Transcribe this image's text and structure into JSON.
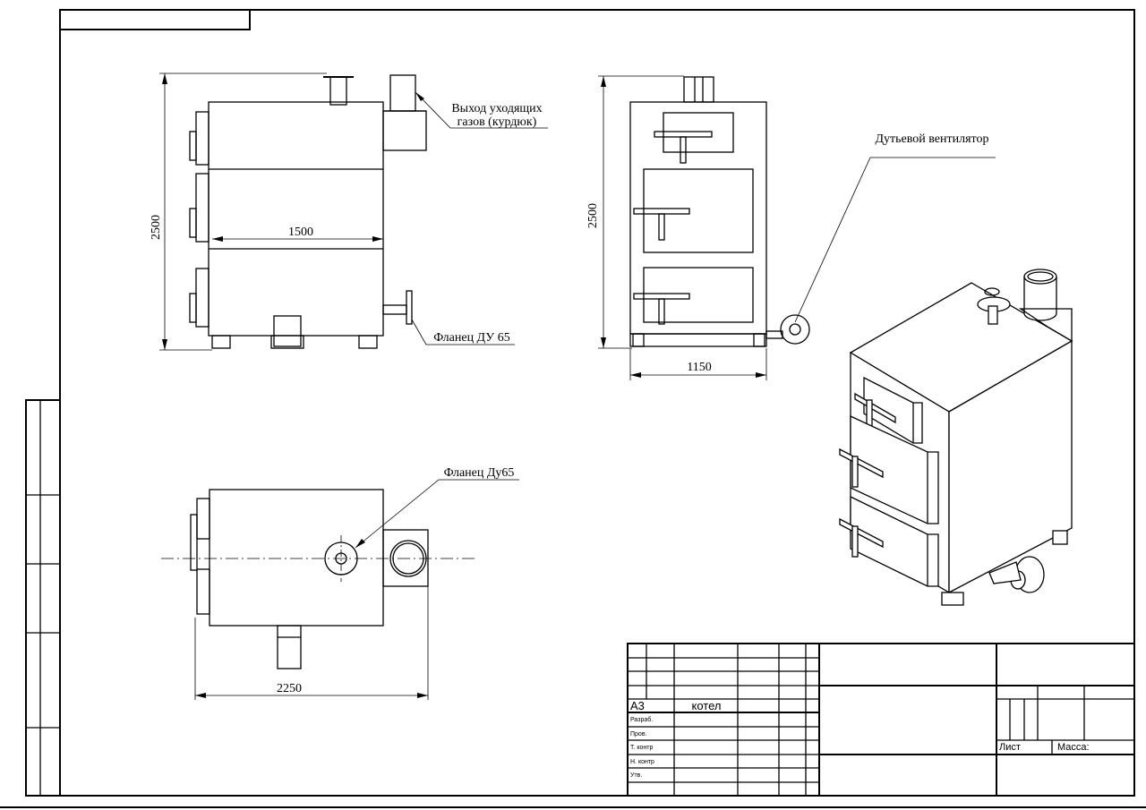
{
  "labels": {
    "flue_outlet_line1": "Выход уходящих",
    "flue_outlet_line2": "газов (курдюк)",
    "flange_side": "Фланец ДУ 65",
    "blower_fan": "Дутьевой вентилятор",
    "flange_top": "Фланец Ду65"
  },
  "dimensions": {
    "side_height": "2500",
    "side_width": "1500",
    "front_height": "2500",
    "front_width": "1150",
    "top_length": "2250"
  },
  "title_block": {
    "format": "А3",
    "name": "котел",
    "rows": [
      "Разраб.",
      "Пров.",
      "Т. контр",
      "Н. контр",
      "Утв."
    ],
    "sheet_label": "Лист",
    "mass_label": "Масса:"
  }
}
